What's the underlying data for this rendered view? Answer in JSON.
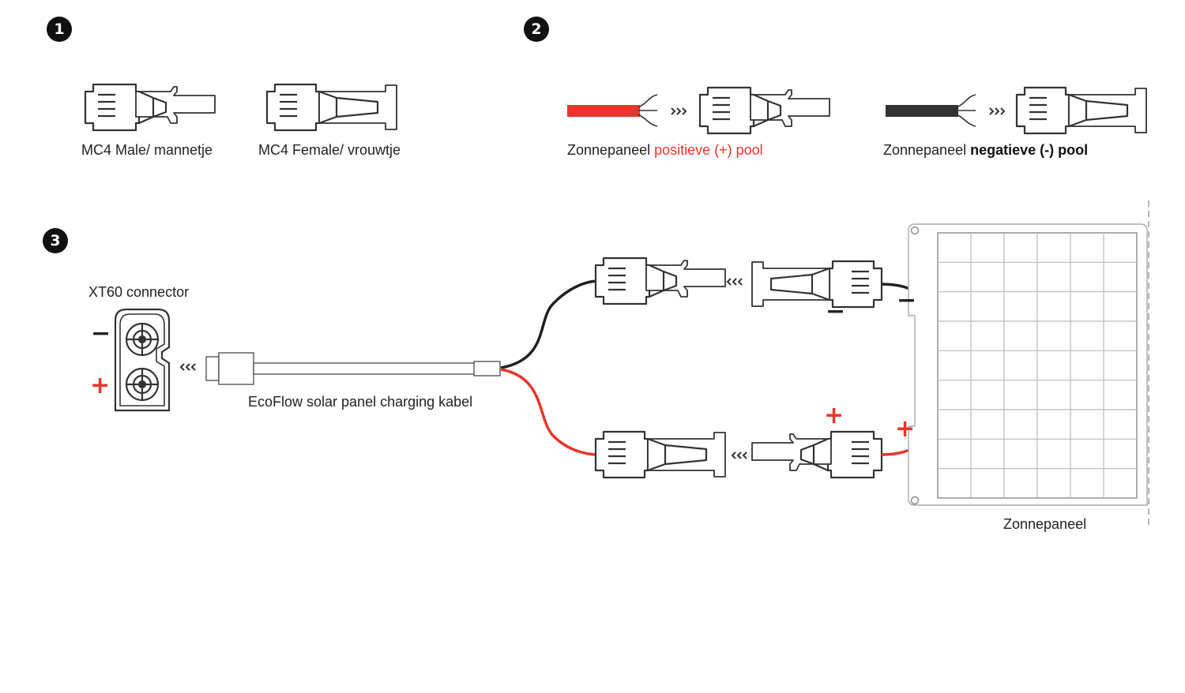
{
  "steps": [
    "1",
    "2",
    "3"
  ],
  "connectors": {
    "male_label": "MC4 Male/ mannetje",
    "female_label": "MC4 Female/ vrouwtje"
  },
  "poles": {
    "positive_prefix": "Zonnepaneel ",
    "positive_highlight": "positieve (+) pool",
    "negative_prefix": "Zonnepaneel ",
    "negative_highlight": "negatieve (-) pool"
  },
  "wiring": {
    "xt60_label": "XT60 connector",
    "cable_label": "EcoFlow solar panel charging kabel",
    "panel_label": "Zonnepaneel",
    "minus_sign": "−",
    "plus_sign": "+"
  },
  "colors": {
    "positive": "#e8352b",
    "negative": "#2b2b2b",
    "outline": "#333333"
  },
  "icons": [
    "mc4-male-icon",
    "mc4-female-icon",
    "arrow-chevrons-icon",
    "xt60-icon",
    "solar-panel-icon"
  ]
}
